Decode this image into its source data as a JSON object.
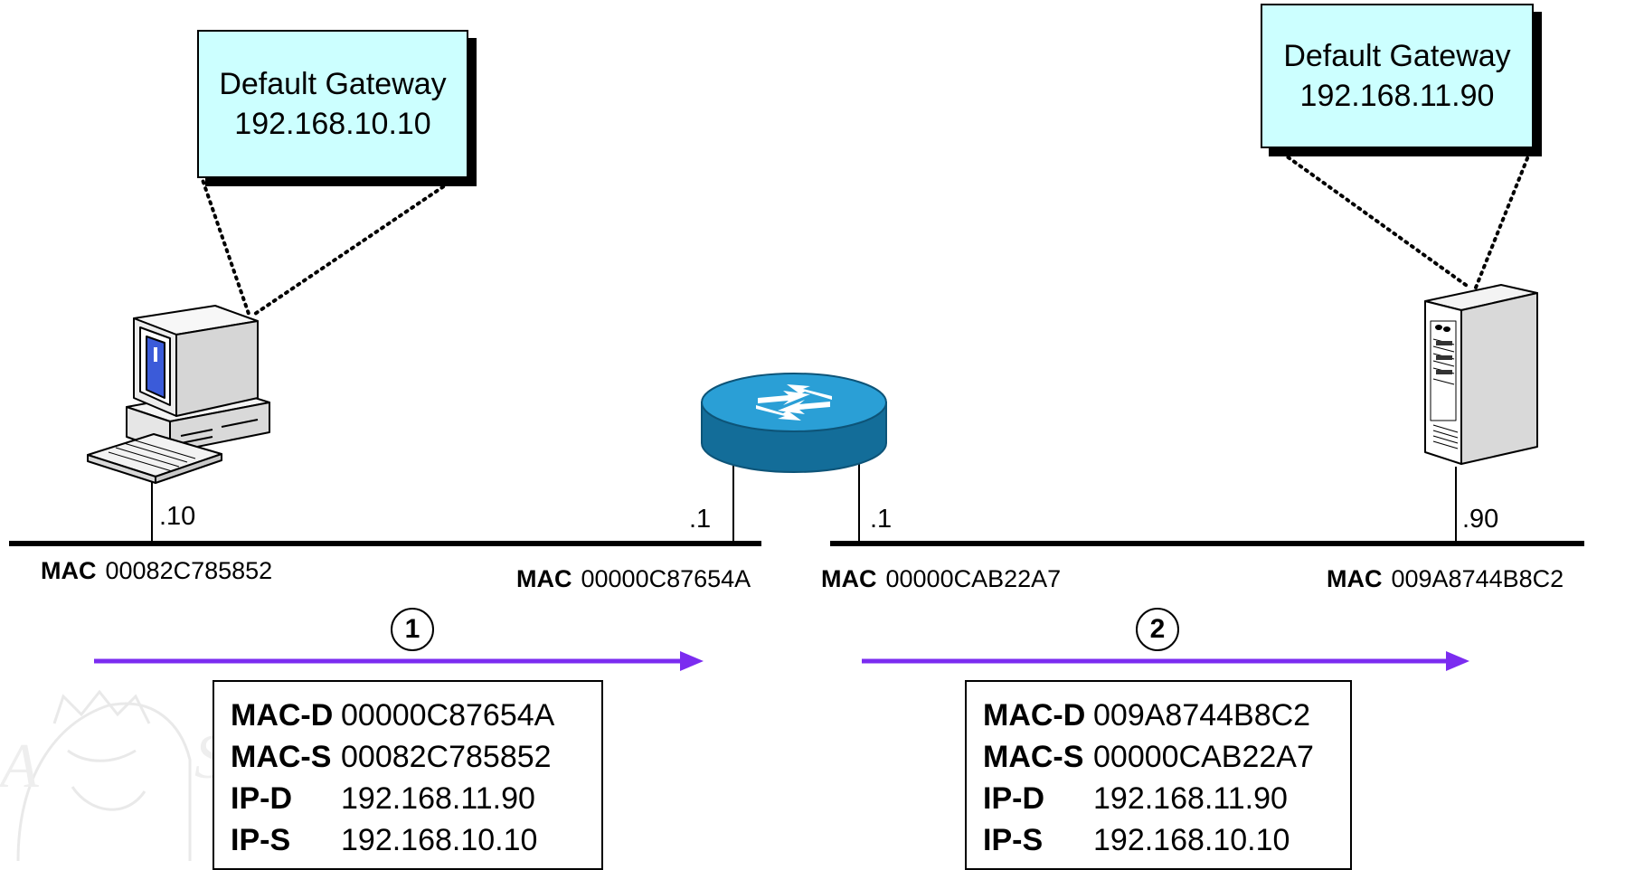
{
  "left_gateway": {
    "line1": "Default Gateway",
    "line2": "192.168.10.10"
  },
  "right_gateway": {
    "line1": "Default Gateway",
    "line2": "192.168.11.90"
  },
  "host_ip_suffix": ".10",
  "router_left_ip_suffix": ".1",
  "router_right_ip_suffix": ".1",
  "server_ip_suffix": ".90",
  "mac_labels": {
    "host": {
      "key": "MAC",
      "value": "00082C785852"
    },
    "router_left": {
      "key": "MAC",
      "value": "00000C87654A"
    },
    "router_right": {
      "key": "MAC",
      "value": "00000CAB22A7"
    },
    "server": {
      "key": "MAC",
      "value": "009A8744B8C2"
    }
  },
  "steps": {
    "step1": "1",
    "step2": "2"
  },
  "frame1": {
    "rows": [
      {
        "key": "MAC-D",
        "value": "00000C87654A"
      },
      {
        "key": "MAC-S",
        "value": "00082C785852"
      },
      {
        "key": "IP-D",
        "value": "192.168.11.90"
      },
      {
        "key": "IP-S",
        "value": "192.168.10.10"
      }
    ]
  },
  "frame2": {
    "rows": [
      {
        "key": "MAC-D",
        "value": "009A8744B8C2"
      },
      {
        "key": "MAC-S",
        "value": "00000CAB22A7"
      },
      {
        "key": "IP-D",
        "value": "192.168.11.90"
      },
      {
        "key": "IP-S",
        "value": "192.168.10.10"
      }
    ]
  },
  "watermark_text": "A ST",
  "colors": {
    "callout_fill": "#ccffff",
    "arrow": "#7b2cf0",
    "router_blue": "#1c86b8",
    "screen_blue": "#3b5bd9"
  }
}
